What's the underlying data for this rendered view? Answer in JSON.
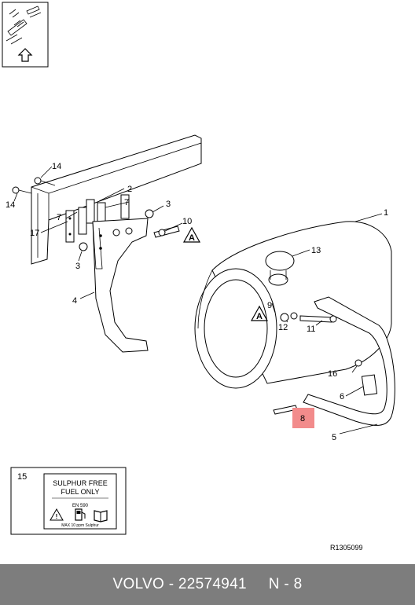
{
  "callouts": {
    "c1": "1",
    "c2": "2",
    "c3a": "3",
    "c3b": "3",
    "c4": "4",
    "c5": "5",
    "c6": "6",
    "c7a": "7",
    "c7b": "7",
    "c8": "8",
    "c9": "9",
    "c10": "10",
    "c11": "11",
    "c12": "12",
    "c13": "13",
    "c14a": "14",
    "c14b": "14",
    "c15": "15",
    "c16": "16",
    "c17": "17"
  },
  "warning_glyph": "A",
  "highlight_color": "#f28b8b",
  "label": {
    "line1": "SULPHUR FREE",
    "line2": "FUEL ONLY",
    "standard": "EN 590",
    "max_text": "MAX 10 ppm Sulphur",
    "warning_glyph": "!"
  },
  "drawing_ref": "R1305099",
  "footer": {
    "brand": "VOLVO",
    "separator": "-",
    "part_number": "22574941",
    "position": "N - 8"
  }
}
